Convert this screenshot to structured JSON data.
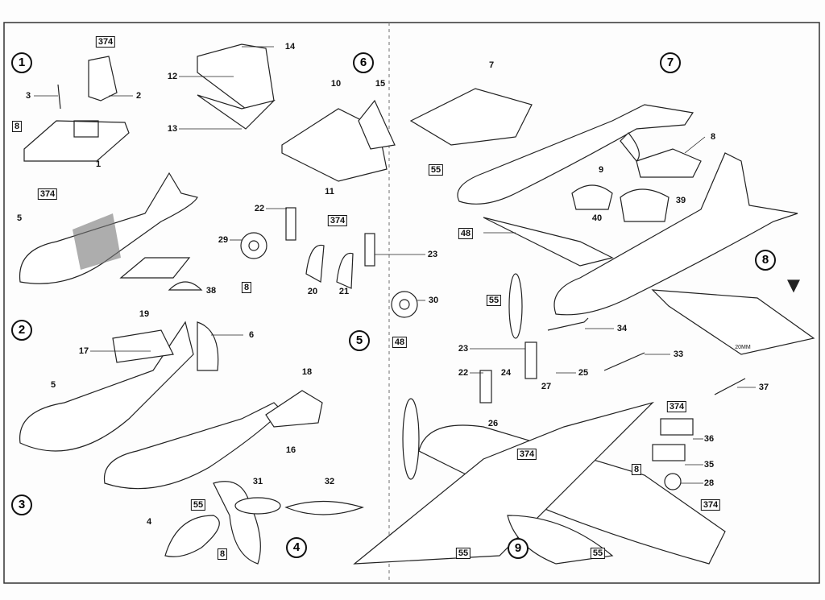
{
  "steps": [
    "1",
    "2",
    "3",
    "4",
    "5",
    "6",
    "7",
    "8",
    "9"
  ],
  "parts": [
    "374",
    "3",
    "2",
    "8",
    "1",
    "374",
    "5",
    "38",
    "14",
    "12",
    "13",
    "10",
    "15",
    "11",
    "22",
    "374",
    "29",
    "23",
    "8",
    "20",
    "21",
    "30",
    "48",
    "19",
    "6",
    "17",
    "18",
    "5",
    "16",
    "4",
    "31",
    "32",
    "55",
    "8",
    "7",
    "8",
    "9",
    "39",
    "40",
    "55",
    "48",
    "55",
    "34",
    "33",
    "23",
    "22",
    "24",
    "25",
    "27",
    "26",
    "374",
    "374",
    "36",
    "35",
    "8",
    "28",
    "374",
    "37",
    "55",
    "55"
  ],
  "scale_note": "20MM"
}
